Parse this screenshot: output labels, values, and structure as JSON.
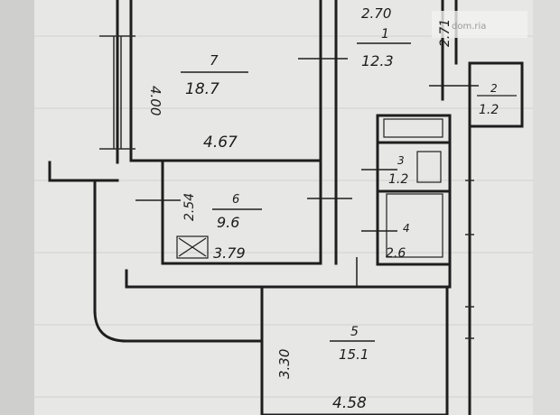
{
  "watermark": "dom.ria",
  "rooms": [
    {
      "id": "7",
      "number": "7",
      "area": "18.7",
      "dims": [
        "4.00",
        "4.67"
      ]
    },
    {
      "id": "1",
      "number": "1",
      "area": "12.3",
      "dims": [
        "2.70",
        "2.71"
      ]
    },
    {
      "id": "2",
      "number": "2",
      "area": "1.2",
      "dims": []
    },
    {
      "id": "3",
      "number": "3",
      "area": "1.2",
      "dims": []
    },
    {
      "id": "4",
      "number": "4",
      "area": "2.6",
      "dims": []
    },
    {
      "id": "6",
      "number": "6",
      "area": "9.6",
      "dims": [
        "2.54",
        "3.79"
      ]
    },
    {
      "id": "5",
      "number": "5",
      "area": "15.1",
      "dims": [
        "3.30",
        "4.58"
      ]
    }
  ]
}
